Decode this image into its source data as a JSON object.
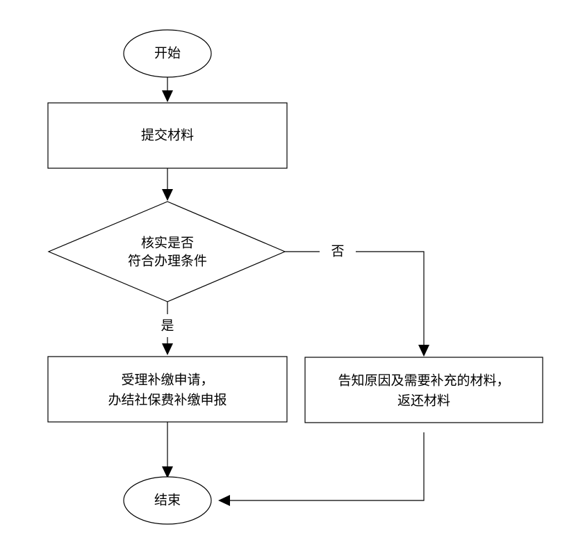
{
  "flowchart": {
    "start": "开始",
    "submit": "提交材料",
    "decision": {
      "line1": "核实是否",
      "line2": "符合办理条件"
    },
    "yes_label": "是",
    "no_label": "否",
    "accept": {
      "line1": "受理补缴申请，",
      "line2": "办结社保费补缴申报"
    },
    "reject": {
      "line1": "告知原因及需要补充的材料，",
      "line2": "返还材料"
    },
    "end": "结束"
  }
}
